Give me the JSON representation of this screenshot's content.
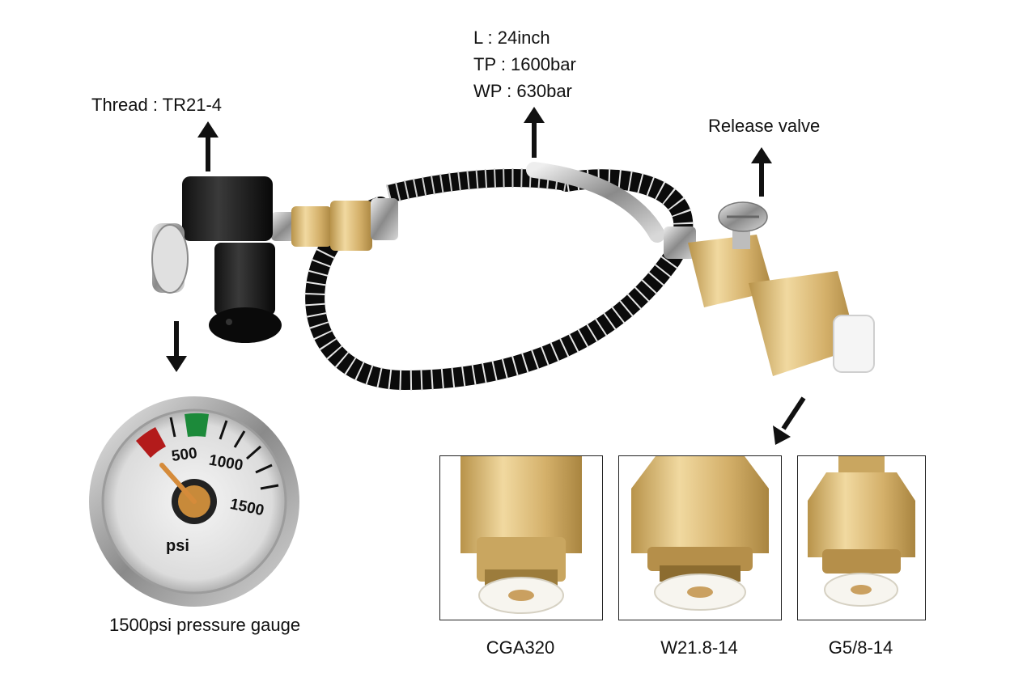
{
  "annotations": {
    "thread": "Thread : TR21-4",
    "release_valve": "Release valve",
    "gauge": "1500psi pressure gauge"
  },
  "hose_specs": [
    "L : 24inch",
    "TP : 1600bar",
    "WP : 630bar"
  ],
  "gauge_dial": {
    "ticks": [
      "500",
      "1000",
      "1500"
    ],
    "unit": "psi"
  },
  "adapters": [
    {
      "name": "CGA320"
    },
    {
      "name": "W21.8-14"
    },
    {
      "name": "G5/8-14"
    }
  ]
}
